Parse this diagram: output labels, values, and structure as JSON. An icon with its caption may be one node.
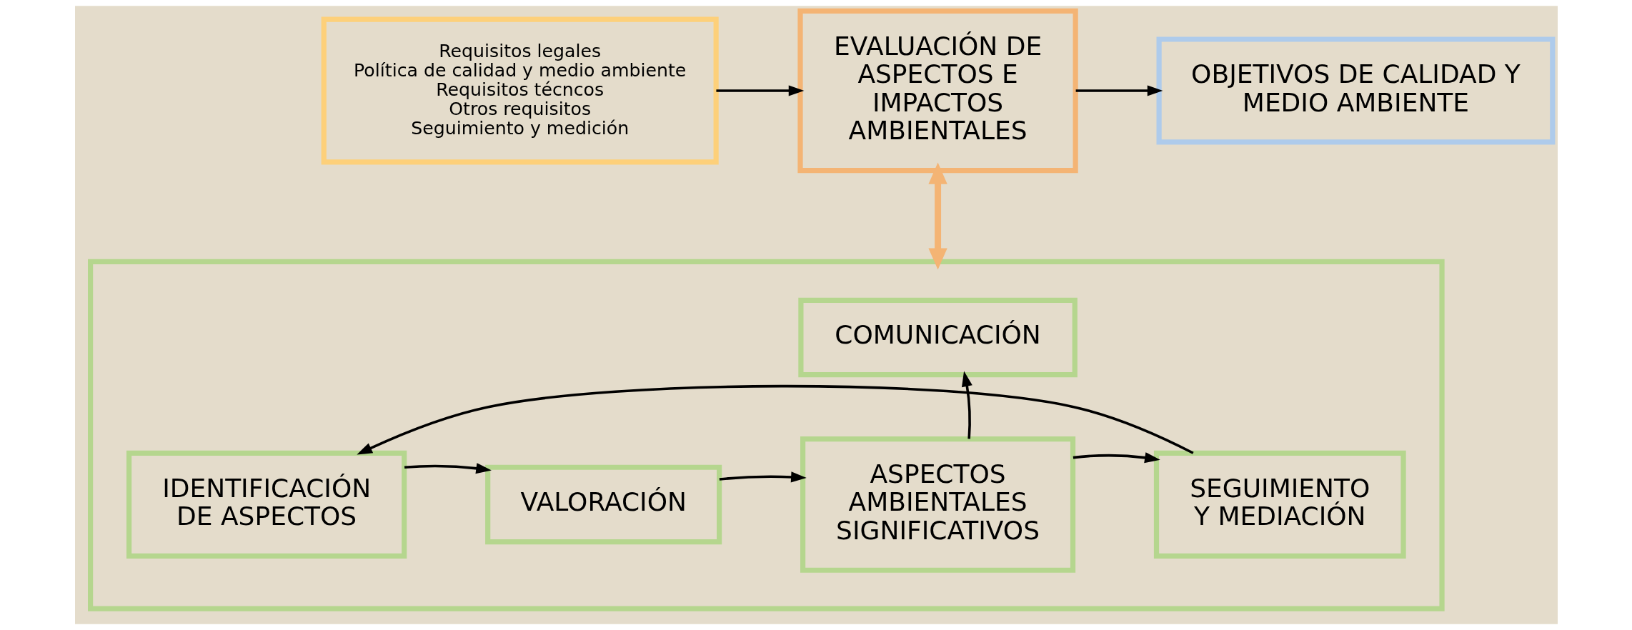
{
  "diagram": {
    "nodes": [
      {
        "text": [
          "Requisitos legales",
          "Política de calidad y medio ambiente",
          "Requisitos técncos",
          "Otros requisitos",
          "Seguimiento y medición"
        ]
      },
      {
        "text": [
          "EVALUACIÓN DE ASPECTOS E IMPACTOS AMBIENTALES"
        ]
      },
      {
        "text": [
          "OBJETIVOS DE CALIDAD Y MEDIO AMBIENTE"
        ]
      },
      {
        "text": [],
        "shape": "box"
      },
      {
        "text": [
          "IDENTIFICACIÓN DE ASPECTOS"
        ],
        "in": 3
      },
      {
        "text": [
          "VALORACIÓN"
        ],
        "in": 3
      },
      {
        "text": [
          "COMUNICACIÓN"
        ],
        "in": 3
      },
      {
        "text": [
          "ASPECTOS AMBIENTALES SIGNIFICATIVOS"
        ],
        "in": 3
      },
      {
        "text": [
          "SEGUIMIENTO Y MEDIACIÓN"
        ],
        "in": 3
      }
    ],
    "edges": [
      {
        "from": 0,
        "to": 1,
        "arrow": "to"
      },
      {
        "from": 1,
        "to": 2,
        "arrow": "to"
      },
      {
        "from": 1,
        "to": 3,
        "arrow": "both",
        "style": "thick",
        "color": "#f4b474"
      },
      {
        "from": 4,
        "to": 5,
        "arrow": "to"
      },
      {
        "from": 5,
        "to": 7,
        "arrow": "to"
      },
      {
        "from": 7,
        "to": 6,
        "arrow": "to"
      },
      {
        "from": 7,
        "to": 8,
        "arrow": "to"
      },
      {
        "from": 8,
        "to": 4,
        "arrow": "to"
      }
    ]
  }
}
